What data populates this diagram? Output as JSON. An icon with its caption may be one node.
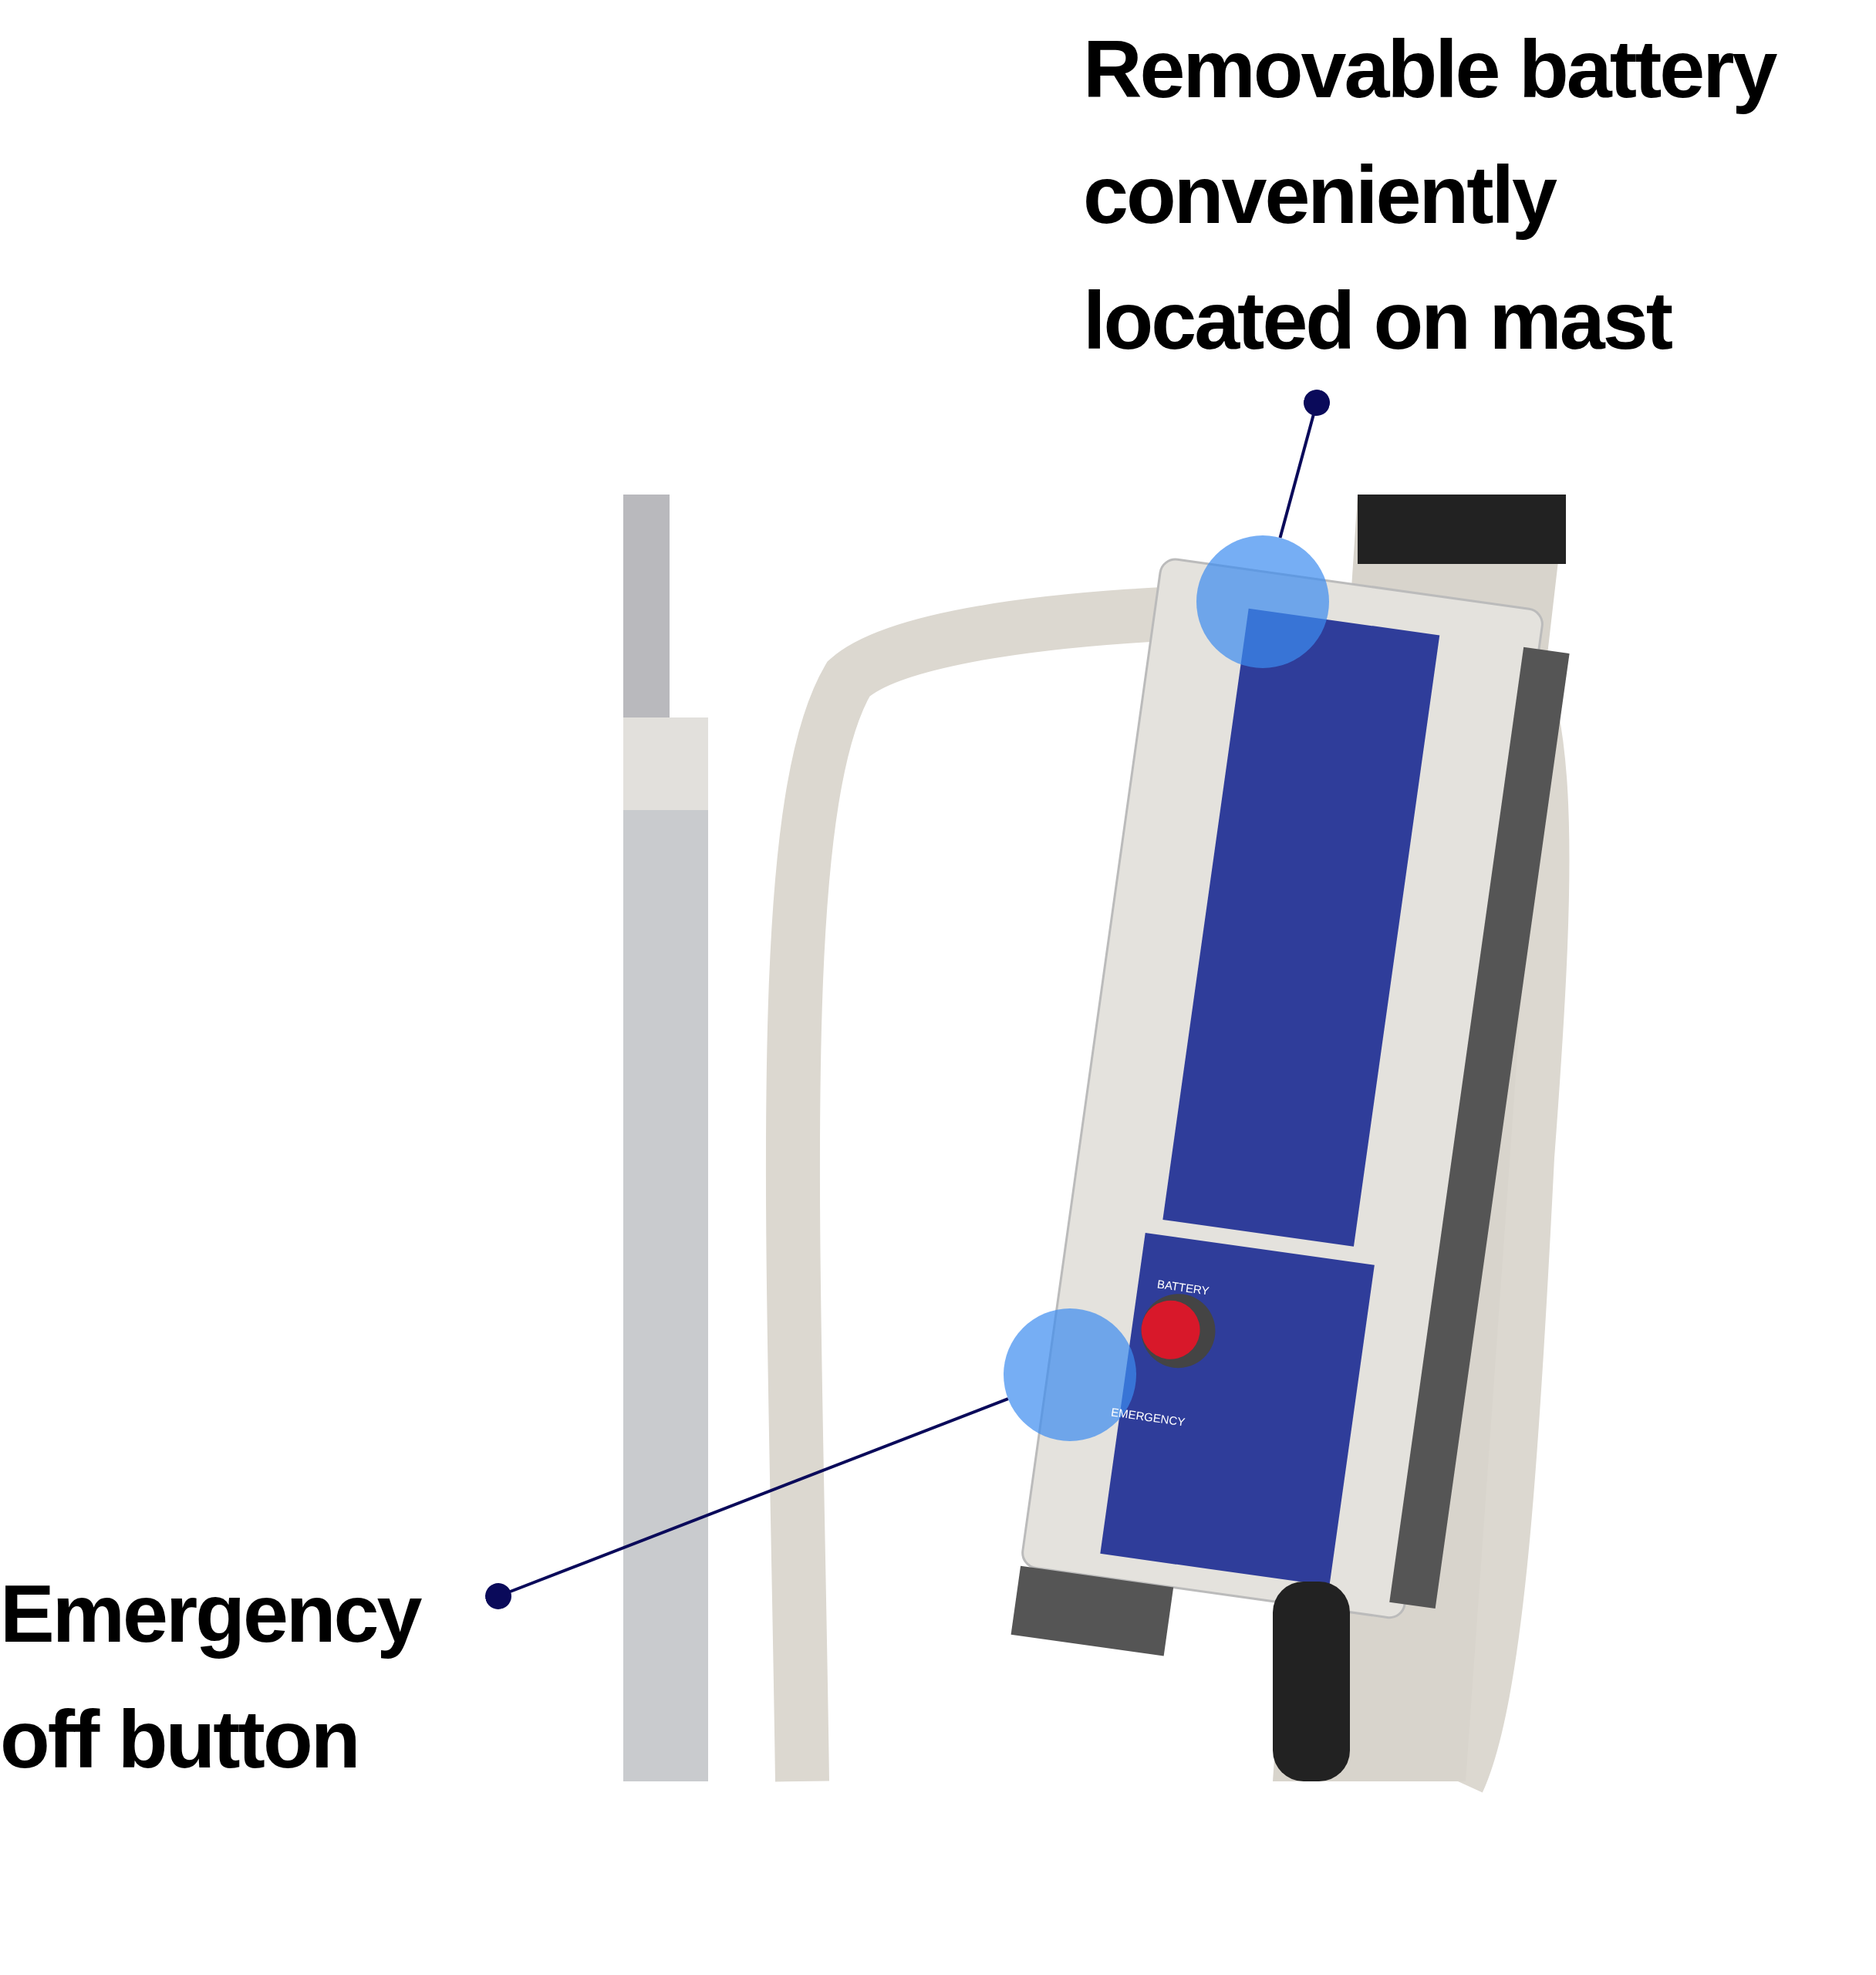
{
  "diagram": {
    "nodes": [
      {
        "text": [
          "Removable battery conveniently located on mast"
        ]
      },
      {
        "text": [],
        "shape": "circle"
      },
      {
        "text": [
          "Emergency off button"
        ]
      },
      {
        "text": [],
        "shape": "circle"
      }
    ],
    "edges": [
      {
        "from": 0,
        "to": 1,
        "arrow": "other"
      },
      {
        "from": 2,
        "to": 3,
        "arrow": "other"
      }
    ],
    "labels": [
      "BATTERY",
      "EMERGENCY"
    ]
  }
}
